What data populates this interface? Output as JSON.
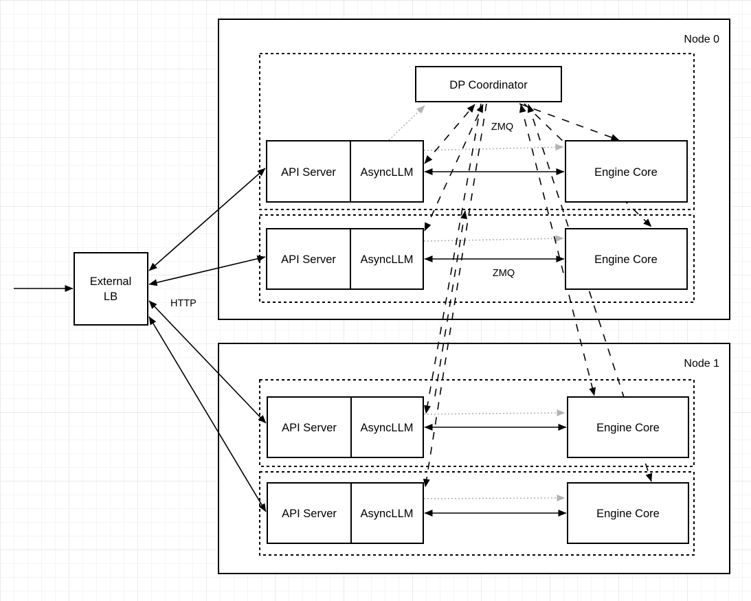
{
  "diagram": {
    "node0_label": "Node 0",
    "node1_label": "Node 1",
    "external_lb": {
      "line1": "External",
      "line2": "LB"
    },
    "dp_coordinator": "DP Coordinator",
    "api_server": "API Server",
    "async_llm": "AsyncLLM",
    "engine_core": "Engine Core",
    "zmq_coordinator_label": "ZMQ",
    "zmq_row_label": "ZMQ",
    "http_label": "HTTP",
    "colors": {
      "line": "#000000",
      "muted_arrow": "#b3b3b3",
      "box_fill": "#ffffff",
      "grid": "#ebebeb"
    }
  }
}
